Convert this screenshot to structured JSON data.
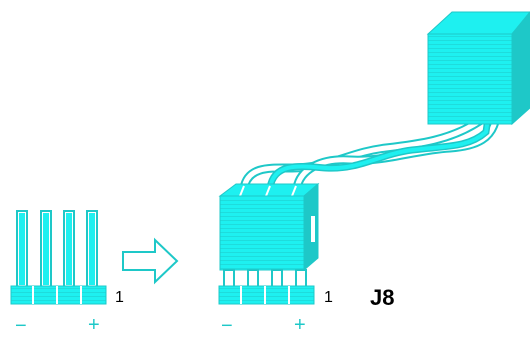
{
  "header_left": {
    "pin1_label": "1",
    "minus_label": "−",
    "plus_label": "+"
  },
  "header_right": {
    "pin1_label": "1",
    "minus_label": "−",
    "plus_label": "+"
  },
  "jumper": {
    "name": "J8"
  },
  "colors": {
    "fill": "#1ef0f0",
    "stroke": "#1ec8c8",
    "outline": "#ffffff"
  }
}
